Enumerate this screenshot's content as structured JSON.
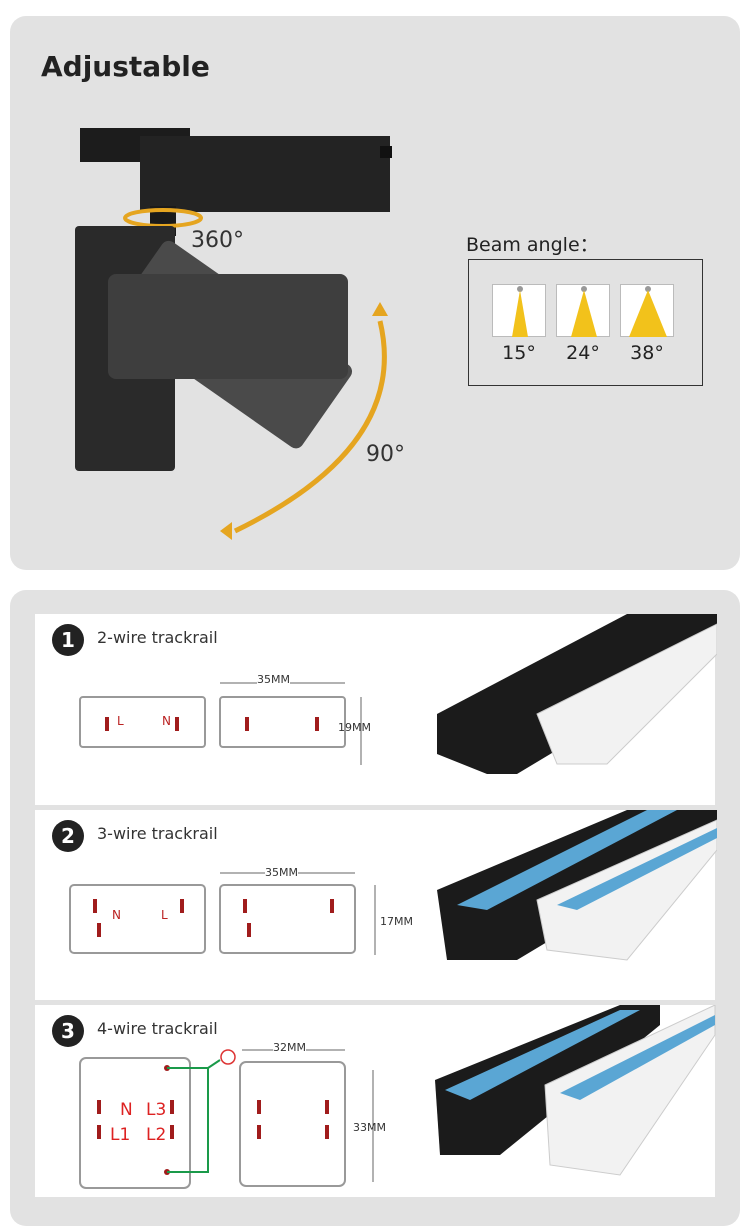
{
  "adjustable": {
    "title": "Adjustable",
    "rotation_label": "360°",
    "tilt_label": "90°",
    "beam_title": "Beam angle：",
    "beam_angles": [
      "15°",
      "24°",
      "38°"
    ],
    "accent": "#e5a520"
  },
  "trackrails": [
    {
      "number": "1",
      "title": "2-wire trackrail",
      "width": "35MM",
      "height": "19MM",
      "labels": [
        "L",
        "N"
      ]
    },
    {
      "number": "2",
      "title": "3-wire trackrail",
      "width": "35MM",
      "height": "17MM",
      "labels": [
        "N",
        "L"
      ]
    },
    {
      "number": "3",
      "title": "4-wire trackrail",
      "width": "32MM",
      "height": "33MM",
      "labels": [
        "N",
        "L3",
        "L1",
        "L2"
      ]
    }
  ]
}
